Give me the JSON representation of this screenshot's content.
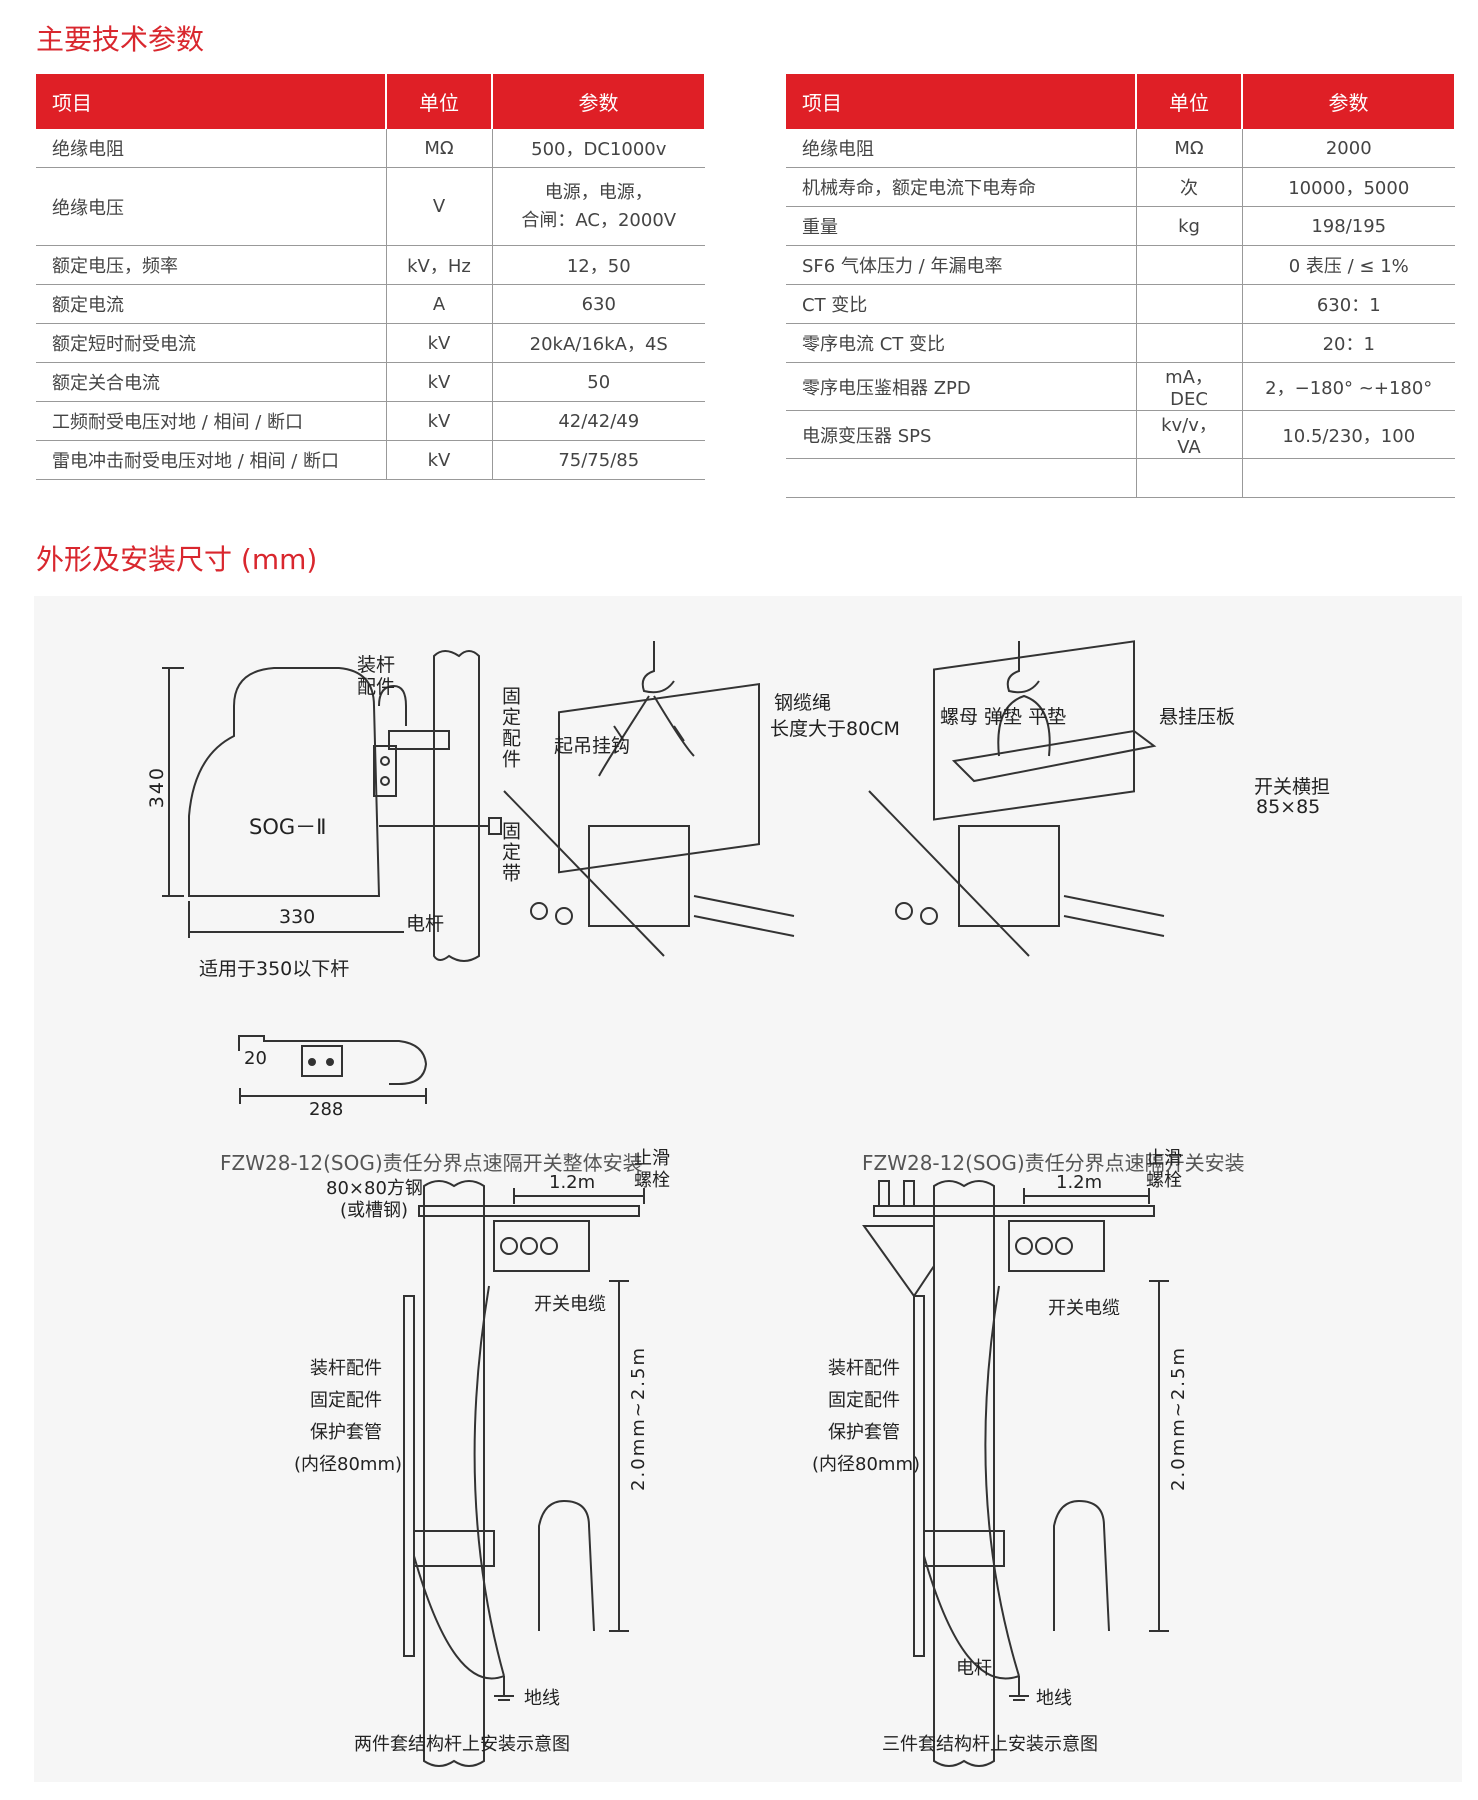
{
  "section1_title": "主要技术参数",
  "section2_title": "外形及安装尺寸 (mm)",
  "table_left": {
    "headers": [
      "项目",
      "单位",
      "参数"
    ],
    "rows": [
      [
        "绝缘电阻",
        "MΩ",
        "500，DC1000v"
      ],
      [
        "绝缘电压",
        "V",
        "电源，电源，",
        "合闸：AC，2000V"
      ],
      [
        "额定电压，频率",
        "kV，Hz",
        "12，50"
      ],
      [
        "额定电流",
        "A",
        "630"
      ],
      [
        "额定短时耐受电流",
        "kV",
        "20kA/16kA，4S"
      ],
      [
        "额定关合电流",
        "kV",
        "50"
      ],
      [
        "工频耐受电压对地 / 相间 / 断口",
        "kV",
        "42/42/49"
      ],
      [
        "雷电冲击耐受电压对地 / 相间 / 断口",
        "kV",
        "75/75/85"
      ]
    ]
  },
  "table_right": {
    "headers": [
      "项目",
      "单位",
      "参数"
    ],
    "rows": [
      [
        "绝缘电阻",
        "MΩ",
        "2000"
      ],
      [
        "机械寿命，额定电流下电寿命",
        "次",
        "10000，5000"
      ],
      [
        "重量",
        "kg",
        "198/195"
      ],
      [
        "SF6 气体压力 / 年漏电率",
        "",
        "0 表压 / ≤ 1%"
      ],
      [
        "CT 变比",
        "",
        "630：1"
      ],
      [
        "零序电流 CT 变比",
        "",
        "20：1"
      ],
      [
        "零序电压鉴相器 ZPD",
        "mA，DEC",
        "2，−180°  ~+180°"
      ],
      [
        "电源变压器 SPS",
        "kv/v，VA",
        "10.5/230，100"
      ],
      [
        "",
        "",
        ""
      ]
    ]
  },
  "diagram": {
    "bracket": {
      "dim_h": "340",
      "dim_w": "330",
      "model": "SOG－Ⅱ",
      "label_pole_fitting": "装杆配件",
      "label_fixing_fitting": "固定配件",
      "label_fixing_band": "固定带",
      "label_pole": "电杆",
      "note": "适用于350以下杆"
    },
    "hook": {
      "dim_a": "20",
      "dim_b": "288"
    },
    "iso1": {
      "label_hook": "起吊挂钩",
      "label_cable": "钢缆绳",
      "label_cable_len": "长度大于80CM"
    },
    "iso2": {
      "label_nut": "螺母 弹垫 平垫",
      "label_plate": "悬挂压板",
      "label_beam": "开关横担",
      "label_beam_size": "85×85"
    },
    "caption_left": "FZW28-12(SOG)责任分界点速隔开关整体安装",
    "caption_right": "FZW28-12(SOG)责任分界点速隔开关安装",
    "install_left": {
      "label_steel": "80×80方钢",
      "label_steel2": "(或槽钢)",
      "label_stop": "止滑",
      "label_bolt": "螺栓",
      "dim_span": "1.2m",
      "label_cable": "开关电缆",
      "dim_height": "2.0mm~2.5m",
      "label_pole_fit": "装杆配件",
      "label_fix_fit": "固定配件",
      "label_sleeve": "保护套管",
      "label_inner": "(内径80mm)",
      "label_ground": "地线",
      "caption": "两件套结构杆上安装示意图"
    },
    "install_right": {
      "label_stop": "止滑",
      "label_bolt": "螺栓",
      "dim_span": "1.2m",
      "label_cable": "开关电缆",
      "dim_height": "2.0mm~2.5m",
      "label_pole_fit": "装杆配件",
      "label_fix_fit": "固定配件",
      "label_sleeve": "保护套管",
      "label_inner": "(内径80mm)",
      "label_pole": "电杆",
      "label_ground": "地线",
      "caption": "三件套结构杆上安装示意图"
    }
  }
}
